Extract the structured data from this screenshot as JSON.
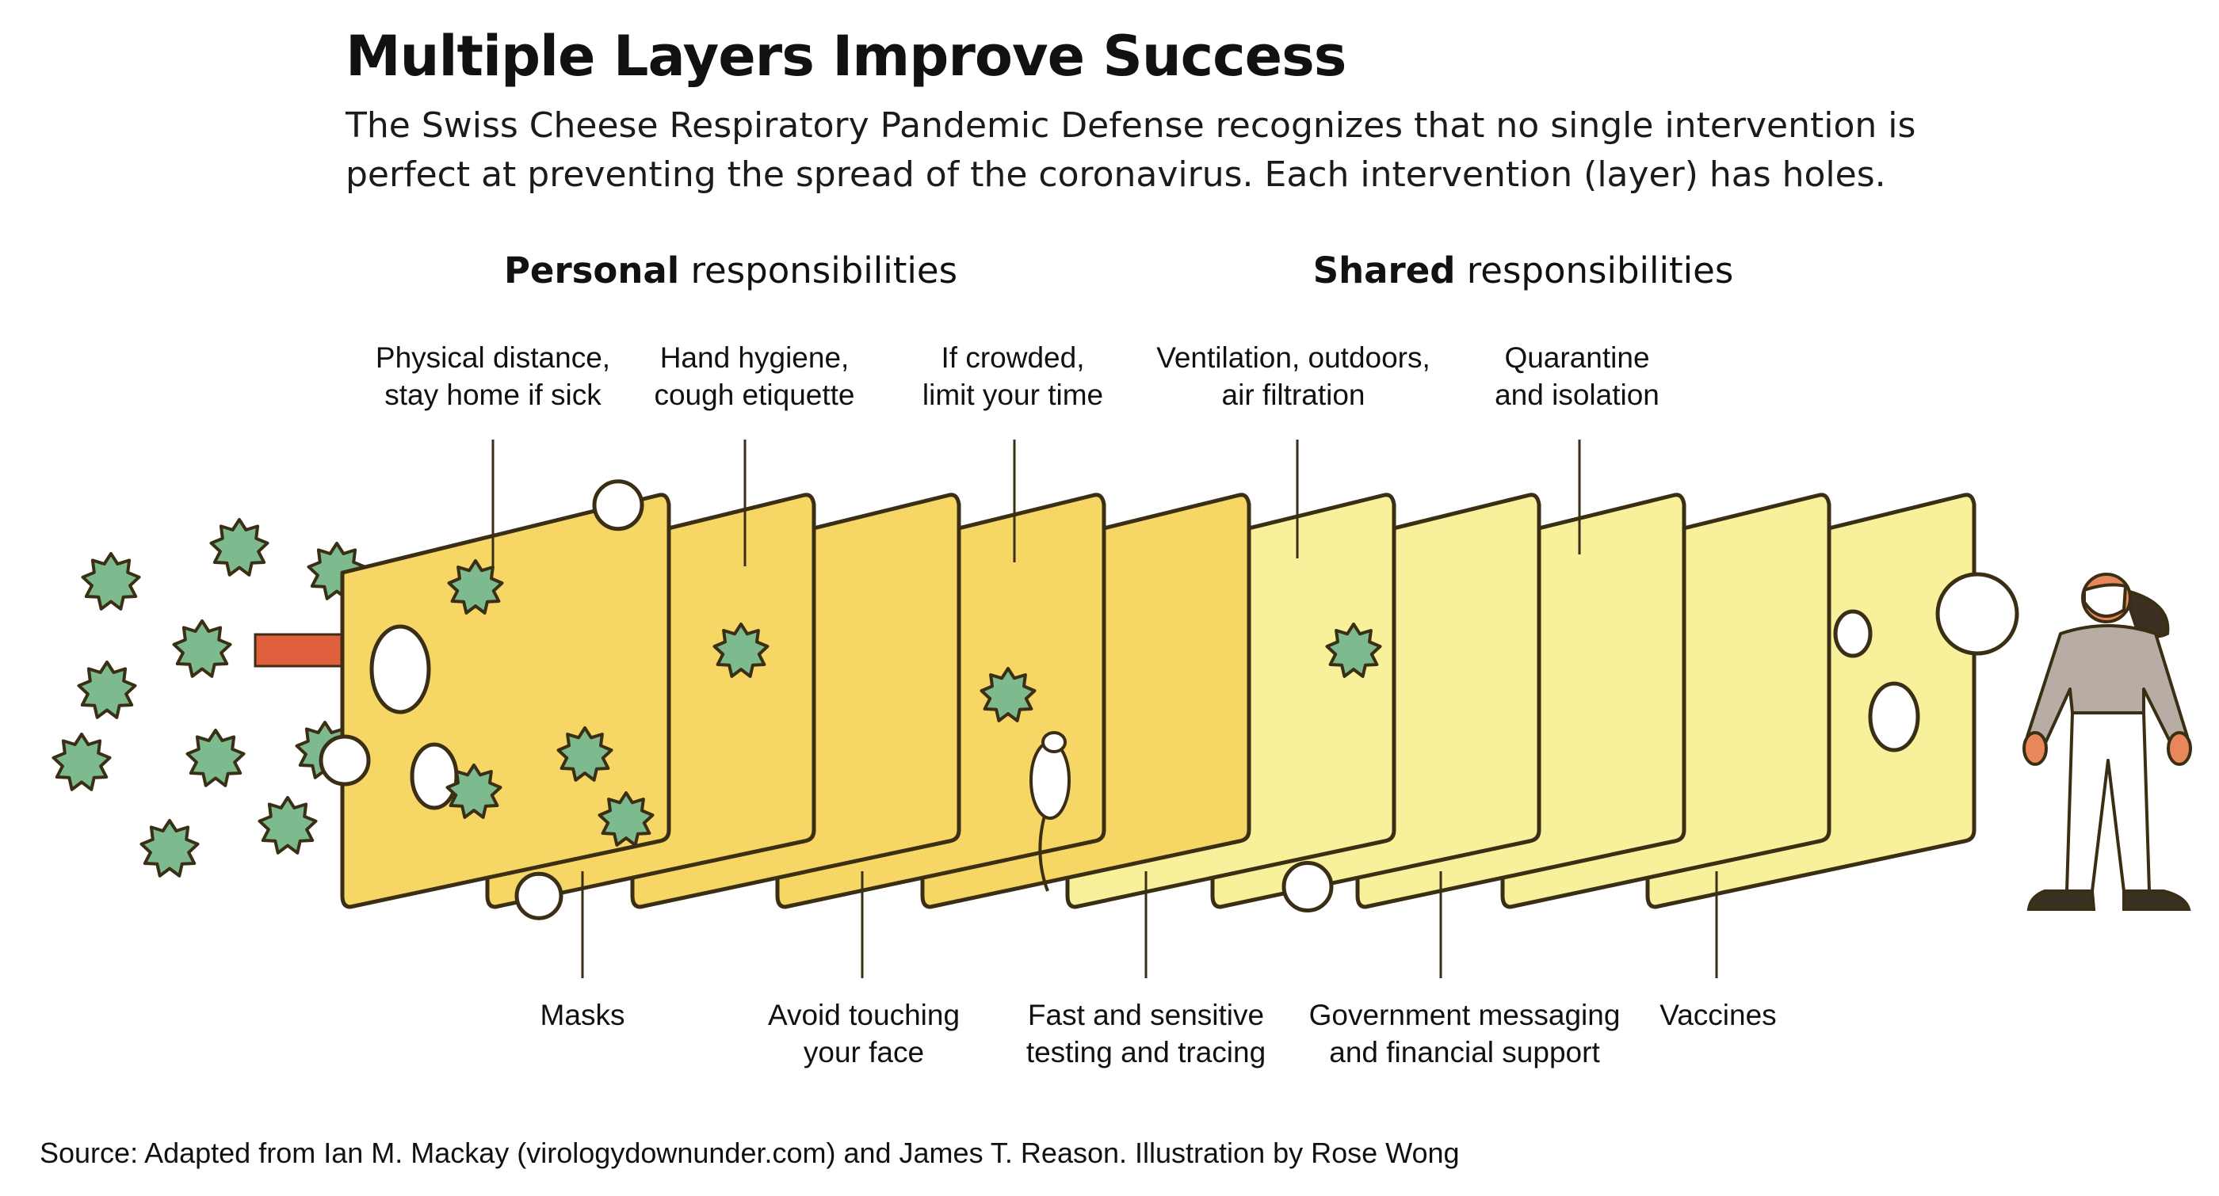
{
  "title": "Multiple Layers Improve Success",
  "subtitle": "The Swiss Cheese Respiratory Pandemic Defense recognizes that no single intervention is perfect at preventing the spread of the coronavirus. Each intervention (layer) has holes.",
  "headings": {
    "personal_bold": "Personal",
    "personal_rest": " responsibilities",
    "shared_bold": "Shared",
    "shared_rest": " responsibilities"
  },
  "layers_top": [
    "Physical distance,\nstay home if sick",
    "Hand hygiene,\ncough etiquette",
    "If crowded,\nlimit your time",
    "Ventilation, outdoors,\nair filtration",
    "Quarantine\nand isolation"
  ],
  "layers_bottom": [
    "Masks",
    "Avoid touching\nyour face",
    "Fast and sensitive\ntesting and tracing",
    "Government messaging\nand financial support",
    "Vaccines"
  ],
  "source": "Source: Adapted from Ian M. Mackay (virologydownunder.com) and James T. Reason. Illustration by Rose Wong",
  "colors": {
    "cheese_dark": "#f6d766",
    "cheese_light": "#f8f09a",
    "outline": "#3a2e14",
    "virus": "#7dbb8f",
    "arrow": "#e0603d",
    "person_shirt": "#b8ada5",
    "person_skin": "#e8875a",
    "person_shoes": "#3a3220"
  },
  "icons": {
    "virus": "virus-icon",
    "arrow": "arrow-icon",
    "person": "person-icon",
    "mouse": "mouse-icon"
  }
}
